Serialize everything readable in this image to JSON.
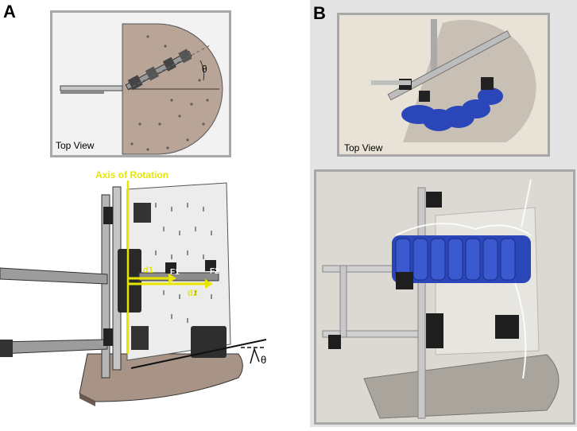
{
  "panels": {
    "a": {
      "label": "A",
      "top_view_caption": "Top View",
      "angle_symbol_top": "θ",
      "axis_label": "Axis of Rotation",
      "force_labels": [
        "F1",
        "F2"
      ],
      "distance_labels": [
        "d1",
        "d2"
      ],
      "angle_symbol_bottom": "θ"
    },
    "b": {
      "label": "B",
      "top_view_caption": "Top View"
    }
  },
  "colors": {
    "annotation_yellow": "#e6e600",
    "plate_brown": "#b8a597",
    "actuator_blue": "#2a46b8",
    "frame_gray": "#a8a8a8",
    "panel_b_background": "#e4e4e4"
  }
}
